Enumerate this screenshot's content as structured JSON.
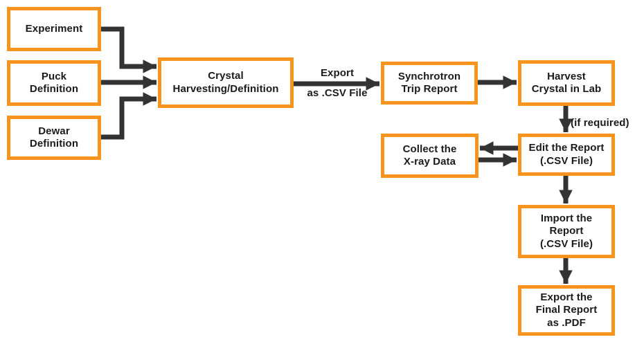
{
  "colors": {
    "box_border": "#F7941D",
    "arrow": "#333333",
    "text": "#1A1A1A",
    "background": "#FFFFFF"
  },
  "nodes": {
    "experiment": {
      "label": "Experiment"
    },
    "puck_definition": {
      "label": "Puck\nDefinition"
    },
    "dewar_definition": {
      "label": "Dewar\nDefinition"
    },
    "crystal_harvesting": {
      "label": "Crystal\nHarvesting/Definition"
    },
    "synchrotron_trip_report": {
      "label": "Synchrotron\nTrip Report"
    },
    "harvest_crystal_in_lab": {
      "label": "Harvest\nCrystal in Lab"
    },
    "collect_xray_data": {
      "label": "Collect the\nX-ray Data"
    },
    "edit_report": {
      "label": "Edit the Report\n(.CSV File)"
    },
    "import_report": {
      "label": "Import the\nReport\n(.CSV File)"
    },
    "export_final_report": {
      "label": "Export the\nFinal Report\nas .PDF"
    }
  },
  "edge_labels": {
    "export_top": "Export",
    "export_bottom": "as .CSV File",
    "if_required": "(if required)"
  }
}
